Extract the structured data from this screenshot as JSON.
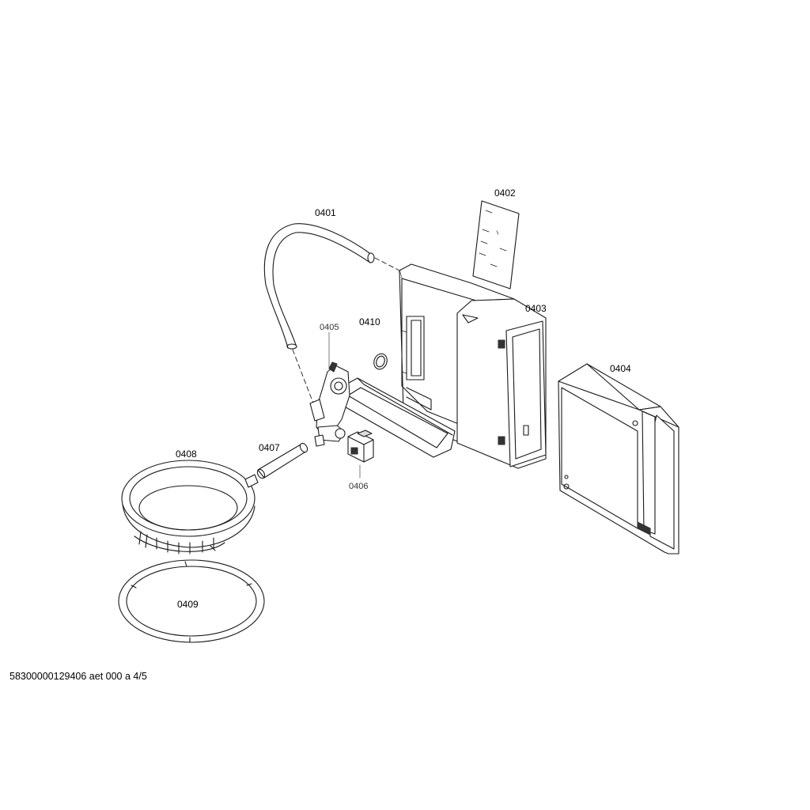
{
  "labels": {
    "p0401": "0401",
    "p0402": "0402",
    "p0403": "0403",
    "p0404": "0404",
    "p0405": "0405",
    "p0406": "0406",
    "p0407": "0407",
    "p0408": "0408",
    "p0409": "0409",
    "p0410": "0410"
  },
  "footer": {
    "drawing_id": "58300000129406 aet 000 a 4/5"
  }
}
